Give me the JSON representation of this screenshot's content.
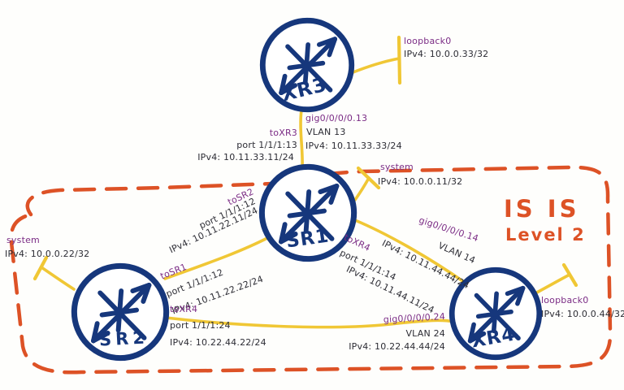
{
  "area": {
    "name": "IS IS",
    "level": "Level 2"
  },
  "routers": {
    "xr3": {
      "name": "XR3",
      "loopback": {
        "label": "loopback0",
        "ip": "IPv4: 10.0.0.33/32"
      }
    },
    "sr1": {
      "name": "SR1",
      "system": {
        "label": "system",
        "ip": "IPv4: 10.0.0.11/32"
      }
    },
    "sr2": {
      "name": "SR2",
      "system": {
        "label": "system",
        "ip": "IPv4: 10.0.0.22/32"
      }
    },
    "xr4": {
      "name": "XR4",
      "loopback": {
        "label": "loopback0",
        "ip": "IPv4: 10.0.0.44/32"
      }
    }
  },
  "links": {
    "xr3_sr1": {
      "sr1_side": {
        "name": "toXR3",
        "port": "port 1/1/1:13",
        "ip": "IPv4: 10.11.33.11/24"
      },
      "xr3_side": {
        "name": "gig0/0/0/0.13",
        "vlan": "VLAN 13",
        "ip": "IPv4: 10.11.33.33/24"
      }
    },
    "sr1_sr2": {
      "sr1_side": {
        "name": "toSR2",
        "port": "port 1/1/1:12",
        "ip": "IPv4: 10.11.22.11/24"
      },
      "sr2_side": {
        "name": "toSR1",
        "port": "port 1/1/1:12",
        "ip": "IPv4: 10.11.22.22/24"
      }
    },
    "sr1_xr4": {
      "sr1_side": {
        "name": "toXR4",
        "port": "port 1/1/1:14",
        "ip": "IPv4: 10.11.44.11/24"
      },
      "xr4_side": {
        "name": "gig0/0/0/0.14",
        "vlan": "VLAN 14",
        "ip": "IPv4: 10.11.44.44/24"
      }
    },
    "sr2_xr4": {
      "sr2_side": {
        "name": "toXR4",
        "port": "port 1/1/1:24",
        "ip": "IPv4: 10.22.44.22/24"
      },
      "xr4_side": {
        "name": "gig0/0/0/0.24",
        "vlan": "VLAN 24",
        "ip": "IPv4: 10.22.44.44/24"
      }
    }
  },
  "colors": {
    "router": "#16377c",
    "link": "#f0c735",
    "interface_name": "#7b2c85",
    "text": "#2c2c34",
    "area_boundary": "#dd5226"
  }
}
